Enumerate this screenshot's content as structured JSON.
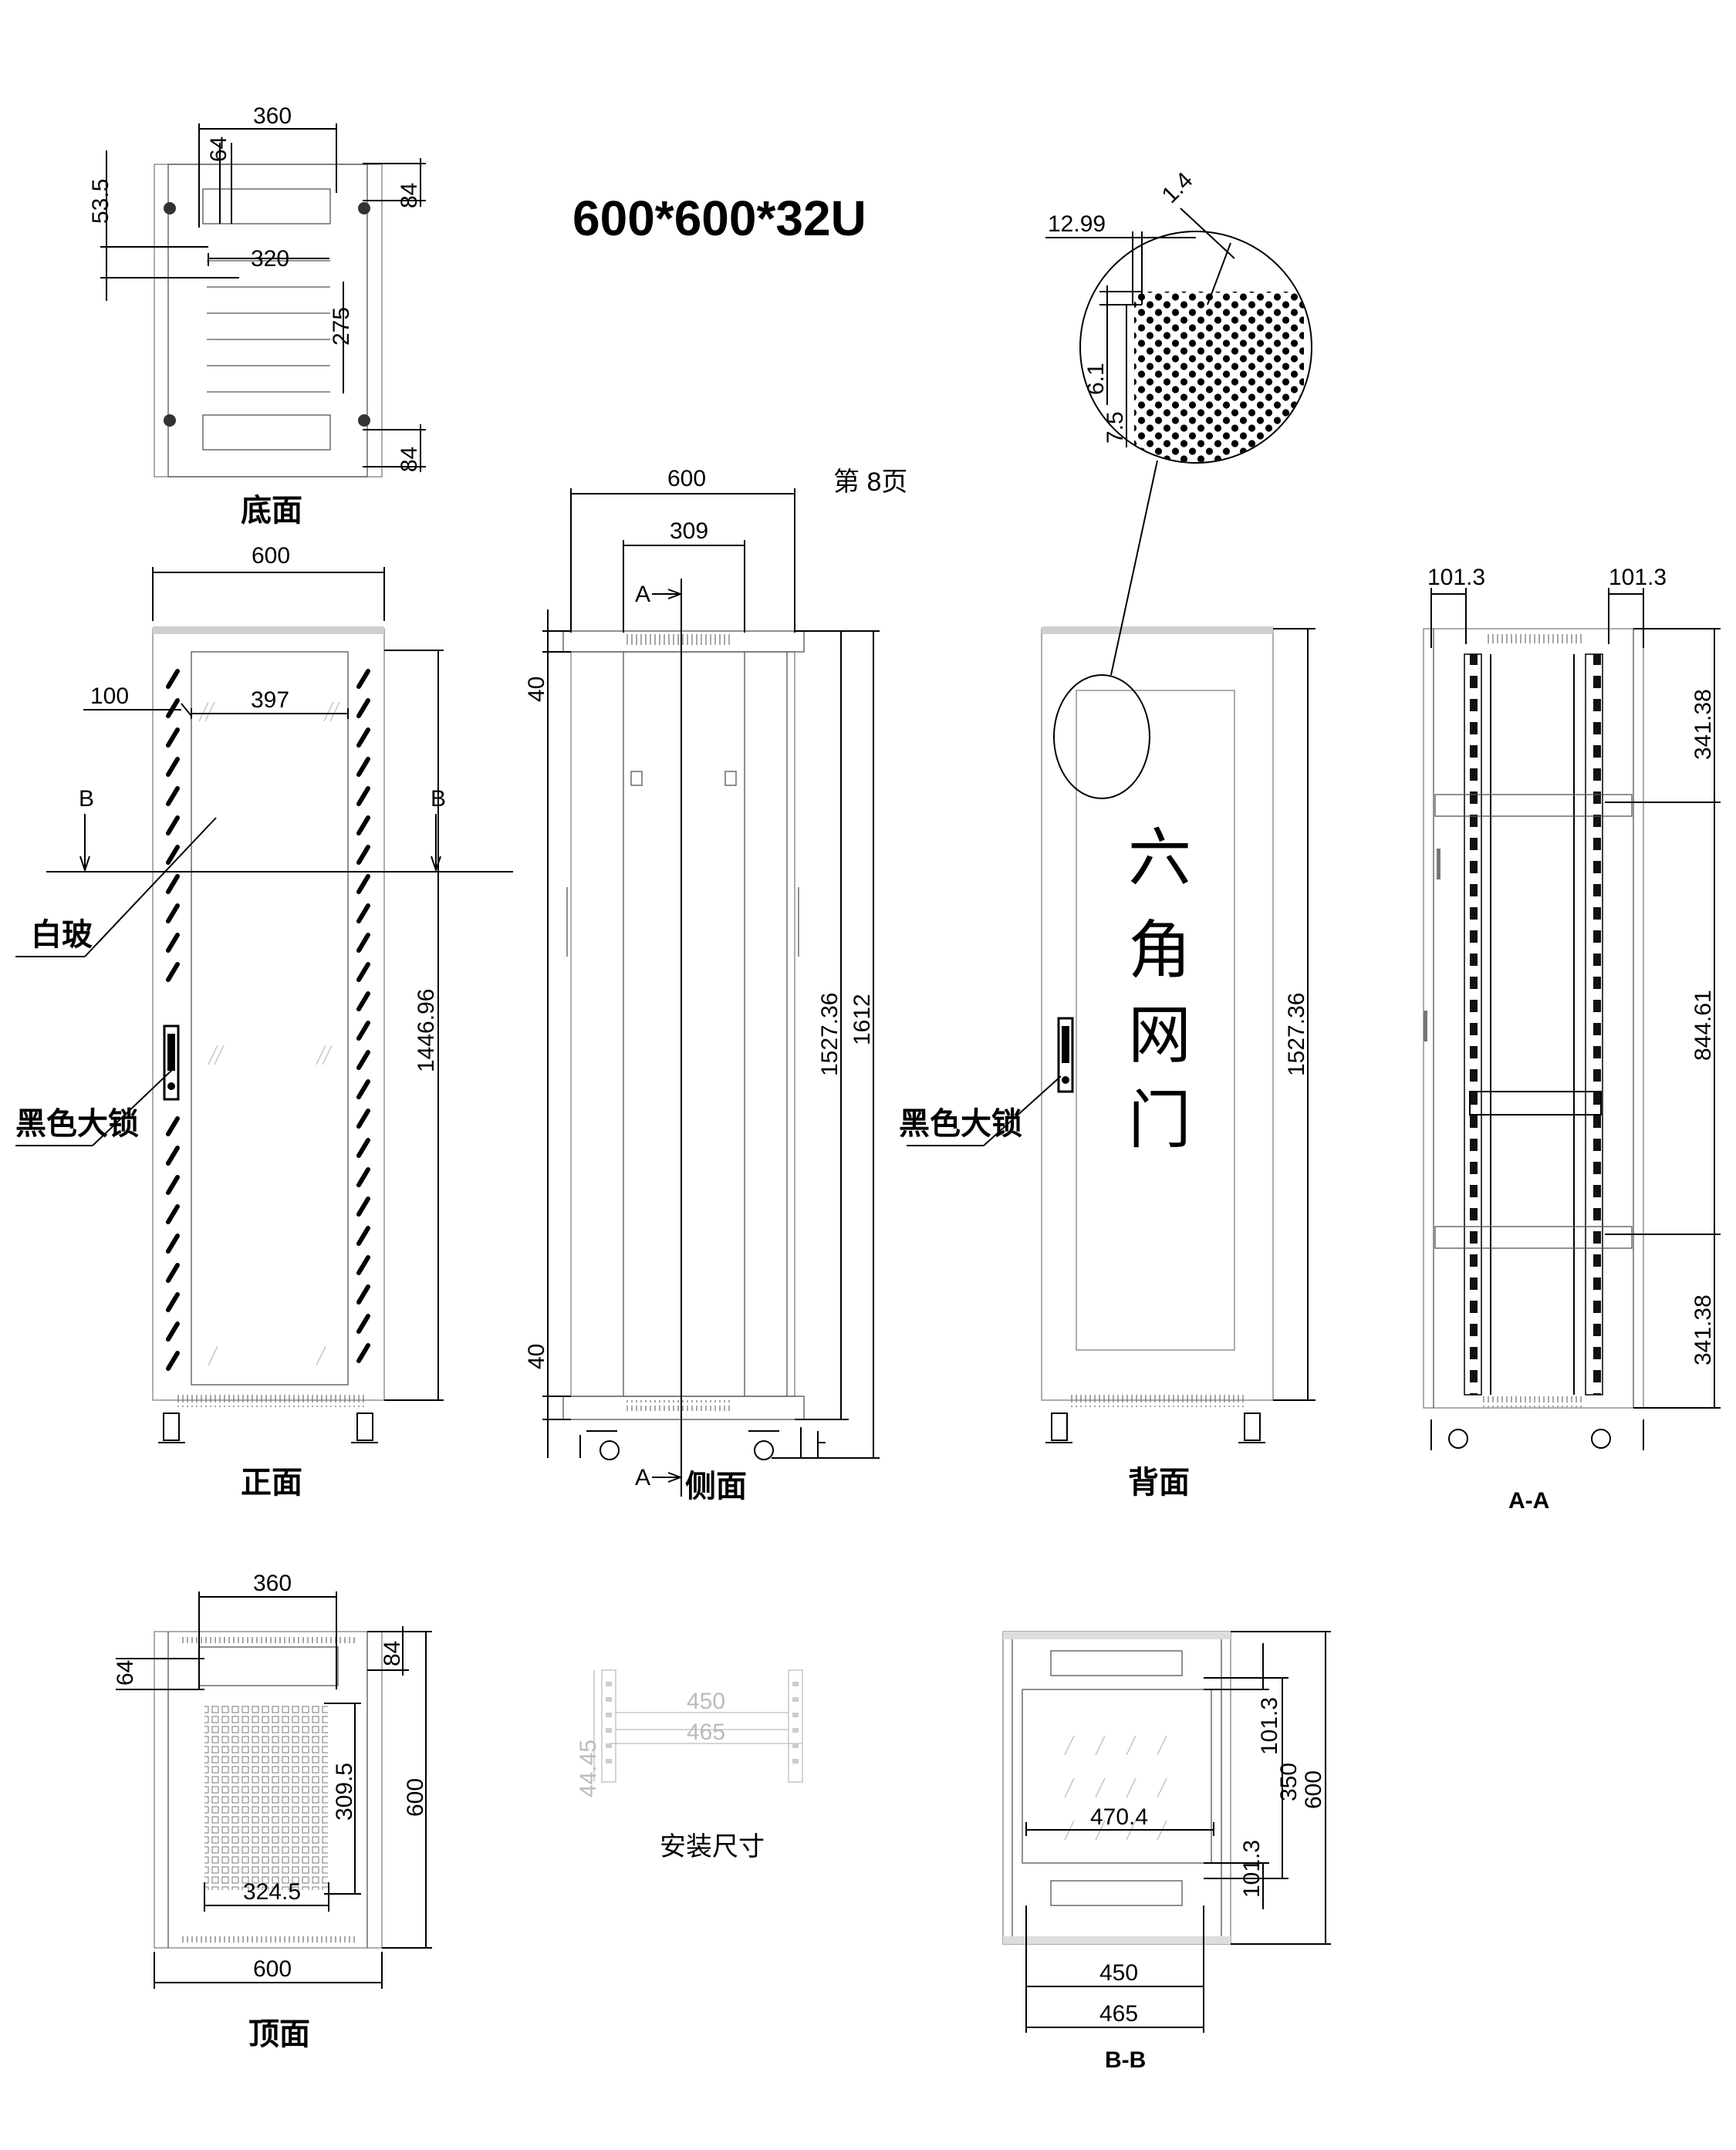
{
  "title": "600*600*32U",
  "page_label": "第 8页",
  "views": {
    "bottom": {
      "caption": "底面",
      "dims": [
        "360",
        "64",
        "53.5",
        "84",
        "320",
        "275",
        "84"
      ]
    },
    "front": {
      "caption": "正面",
      "dims": [
        "600",
        "100",
        "397",
        "1446.96"
      ],
      "section_mark": "B",
      "callouts": [
        "白玻",
        "黑色大锁"
      ]
    },
    "side": {
      "caption": "侧面",
      "dims": [
        "600",
        "309",
        "40",
        "1527.36",
        "1612",
        "40"
      ],
      "section_mark": "A"
    },
    "back": {
      "caption": "背面",
      "dims": [
        "1527.36"
      ],
      "callouts": [
        "黑色大锁"
      ],
      "door_text": [
        "六",
        "角",
        "网",
        "门"
      ]
    },
    "detail": {
      "dims": [
        "12.99",
        "1.4",
        "6.1",
        "7.5"
      ]
    },
    "section_a": {
      "caption": "A-A",
      "dims": [
        "101.3",
        "101.3",
        "341.38",
        "844.61",
        "341.38"
      ]
    },
    "top": {
      "caption": "顶面",
      "dims": [
        "360",
        "64",
        "84",
        "309.5",
        "600",
        "324.5",
        "600"
      ]
    },
    "mounting": {
      "caption": "安装尺寸",
      "dims": [
        "450",
        "465",
        "44.45"
      ]
    },
    "section_b": {
      "caption": "B-B",
      "dims": [
        "101.3",
        "350",
        "600",
        "470.4",
        "101.3",
        "450",
        "465"
      ]
    }
  }
}
